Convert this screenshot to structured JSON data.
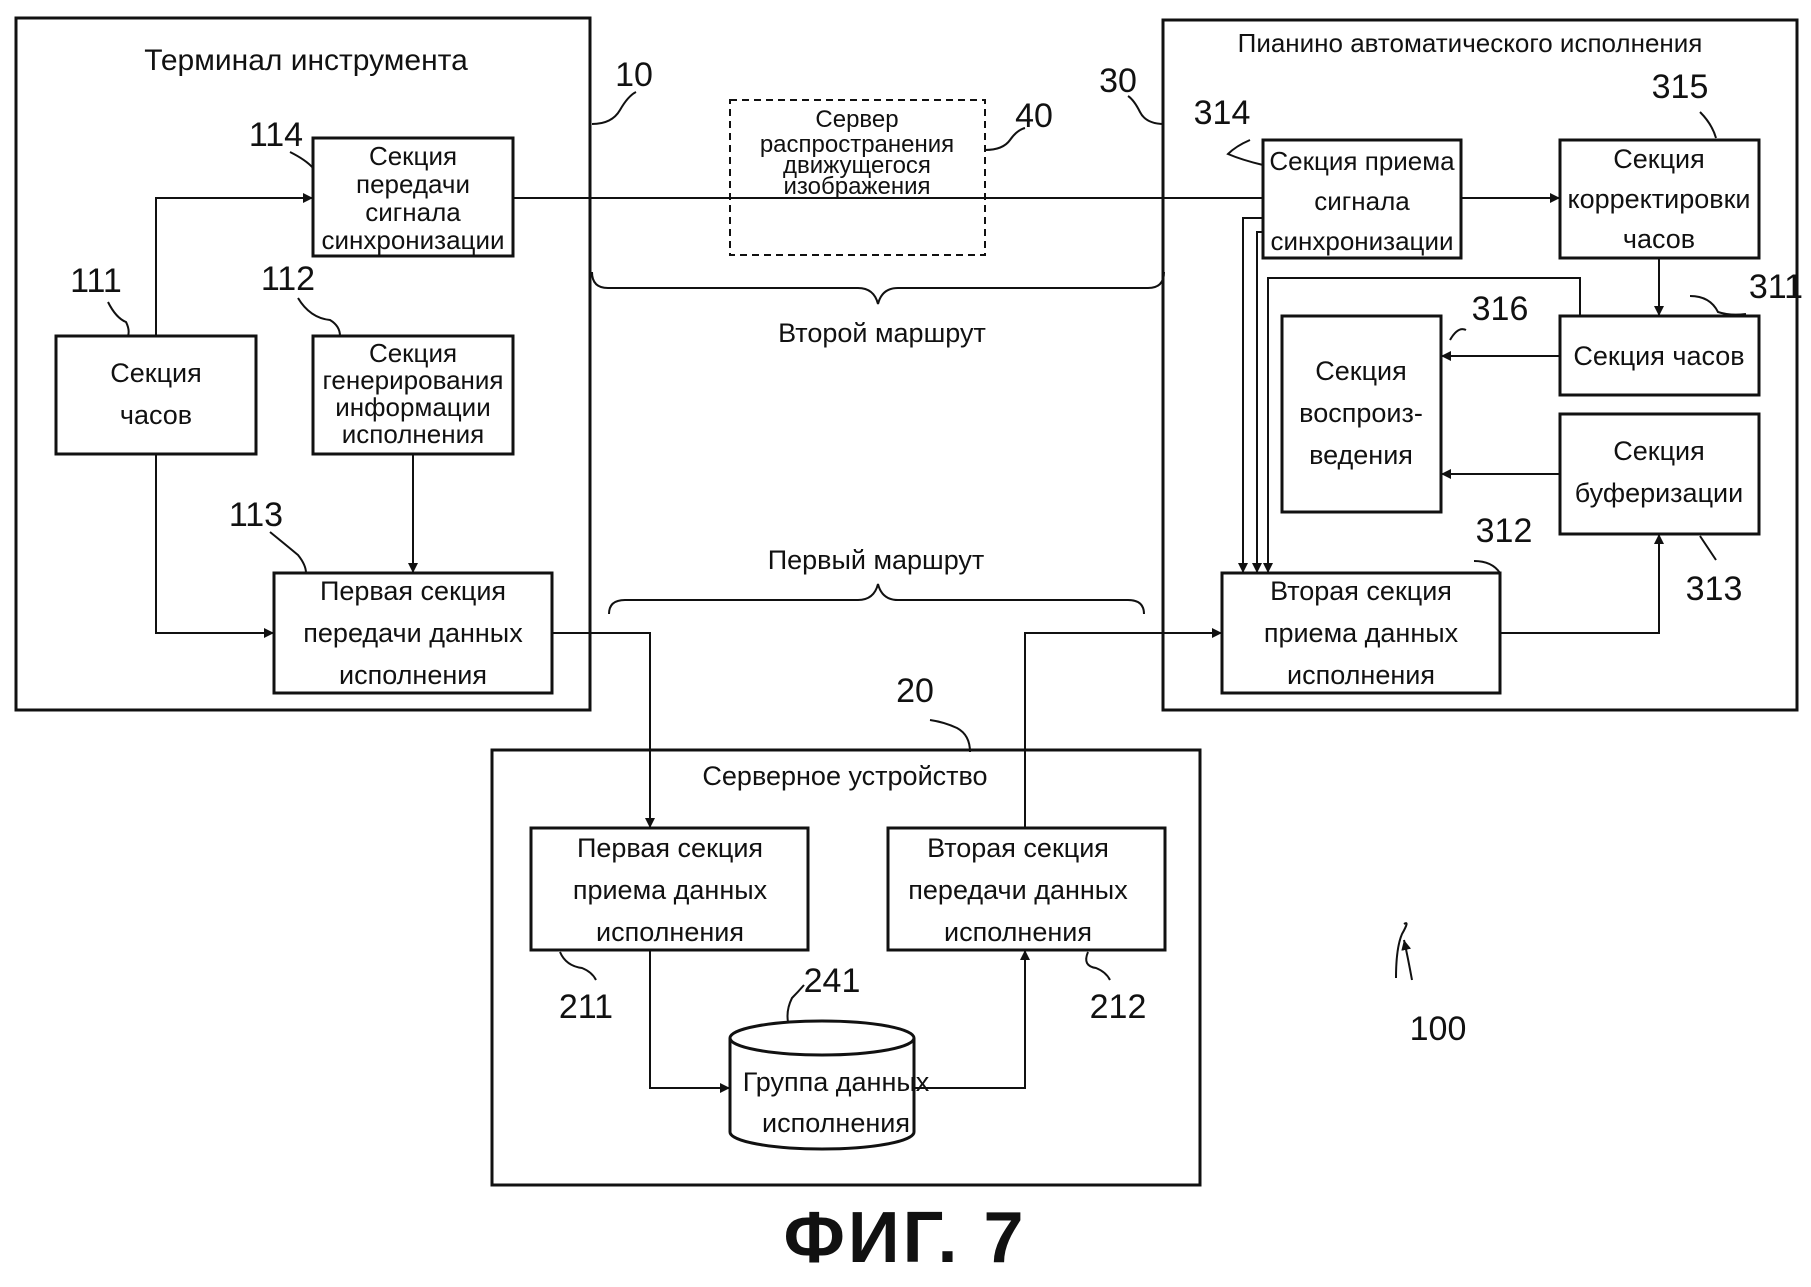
{
  "figure_label": "ФИГ. 7",
  "system_ref": "100",
  "routes": {
    "first": "Первый маршрут",
    "second": "Второй маршрут"
  },
  "terminal": {
    "title": "Терминал инструмента",
    "ref": "10",
    "clock": {
      "ref": "111",
      "lines": [
        "Секция",
        "часов"
      ]
    },
    "perf_gen": {
      "ref": "112",
      "lines": [
        "Секция",
        "генерирования",
        "информации",
        "исполнения"
      ]
    },
    "first_send": {
      "ref": "113",
      "lines": [
        "Первая секция",
        "передачи данных",
        "исполнения"
      ]
    },
    "sync_send": {
      "ref": "114",
      "lines": [
        "Секция",
        "передачи",
        "сигнала",
        "синхронизации"
      ]
    }
  },
  "server": {
    "title": "Серверное устройство",
    "ref": "20",
    "first_recv": {
      "ref": "211",
      "lines": [
        "Первая секция",
        "приема данных",
        "исполнения"
      ]
    },
    "second_send": {
      "ref": "212",
      "lines": [
        "Вторая секция",
        "передачи данных",
        "исполнения"
      ]
    },
    "db": {
      "ref": "241",
      "lines": [
        "Группа данных",
        "исполнения"
      ]
    }
  },
  "video_server": {
    "ref": "40",
    "lines": [
      "Сервер",
      "распространения",
      "движущегося",
      "изображения"
    ]
  },
  "piano": {
    "title": "Пианино автоматического исполнения",
    "ref": "30",
    "clock": {
      "ref": "311",
      "lines": [
        "Секция часов"
      ]
    },
    "second_recv": {
      "ref": "312",
      "lines": [
        "Вторая секция",
        "приема данных",
        "исполнения"
      ]
    },
    "buffer": {
      "ref": "313",
      "lines": [
        "Секция",
        "буферизации"
      ]
    },
    "sync_recv": {
      "ref": "314",
      "lines": [
        "Секция приема",
        "сигнала",
        "синхронизации"
      ]
    },
    "clock_corr": {
      "ref": "315",
      "lines": [
        "Секция",
        "корректировки",
        "часов"
      ]
    },
    "playback": {
      "ref": "316",
      "lines": [
        "Секция",
        "воспроиз-",
        "ведения"
      ]
    }
  }
}
